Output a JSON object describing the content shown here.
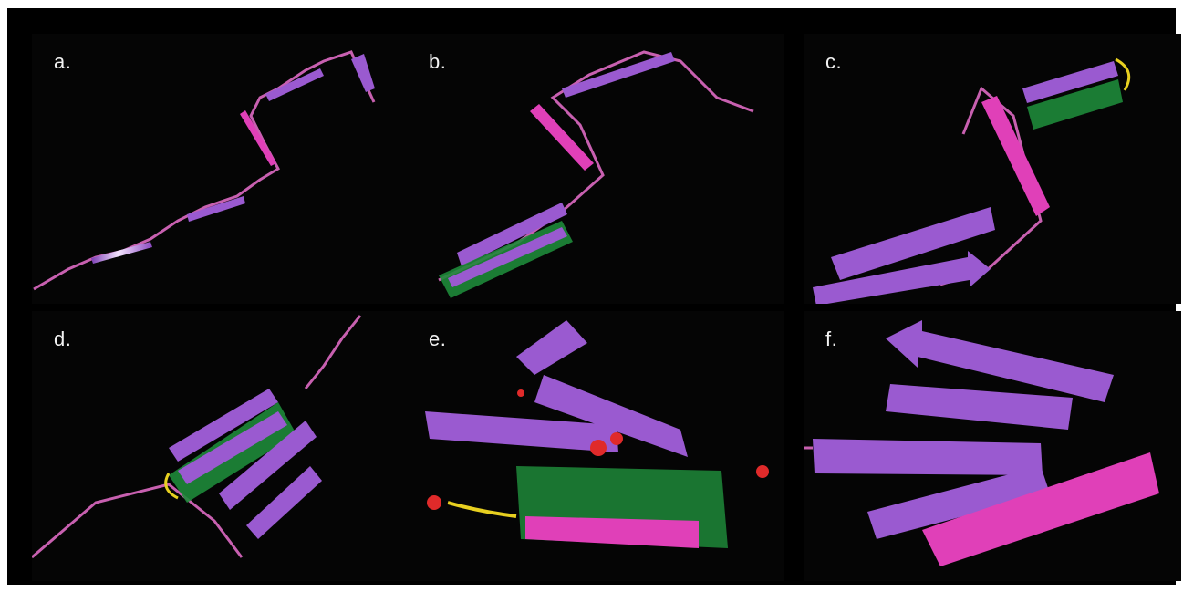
{
  "panels": [
    {
      "label": "a."
    },
    {
      "label": "b."
    },
    {
      "label": "c."
    },
    {
      "label": "d."
    },
    {
      "label": "e."
    },
    {
      "label": "f."
    }
  ],
  "colors": {
    "background": "#000000",
    "strand": "#9a5ad0",
    "strand_highlight": "#f4e4ff",
    "helix": "#e040b8",
    "coil": "#c860b0",
    "plane": "#1e8a3a",
    "loop": "#e8d020",
    "atom": "#e02a2a",
    "hbond": "#ff8a1a"
  }
}
